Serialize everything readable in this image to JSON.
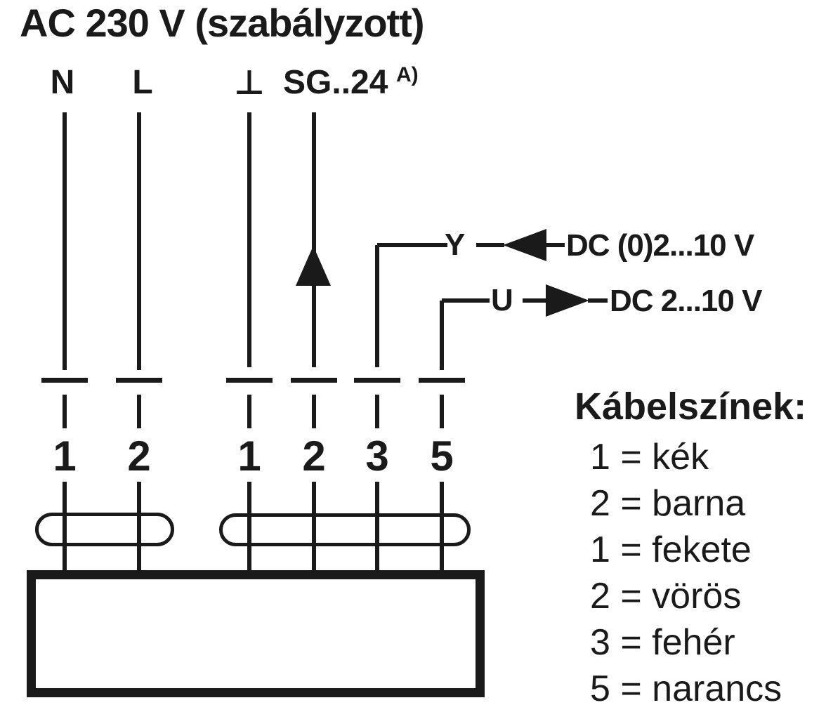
{
  "title": "AC 230 V (szabályzott)",
  "wires": {
    "label_n": "N",
    "label_l": "L",
    "label_ground": "⊥",
    "label_sg": "SG..24",
    "footnote_marker": "A)"
  },
  "signals": {
    "y_label": "Y",
    "y_value": "DC (0)2...10 V",
    "u_label": "U",
    "u_value": "DC 2...10 V"
  },
  "terminal_numbers": [
    "1",
    "2",
    "1",
    "2",
    "3",
    "5"
  ],
  "legend": {
    "heading": "Kábelszínek:",
    "entries": [
      "1 = kék",
      "2 = barna",
      "1 = fekete",
      "2 = vörös",
      "3 = fehér",
      "5 = narancs"
    ]
  },
  "colors": {
    "line": "#1a1a1a",
    "background": "#ffffff"
  }
}
